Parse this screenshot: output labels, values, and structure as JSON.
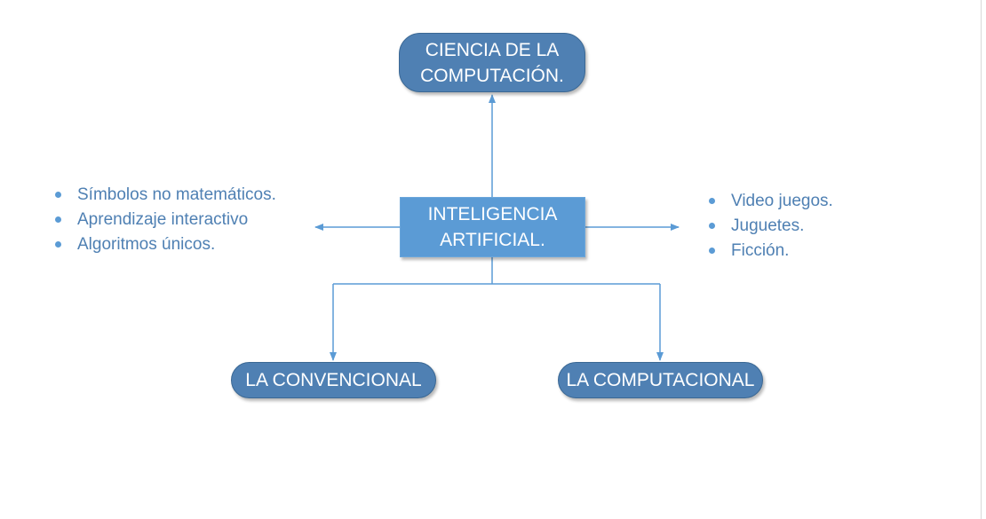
{
  "diagram": {
    "top_node": {
      "lines": [
        "CIENCIA DE LA",
        "COMPUTACIÓN."
      ]
    },
    "center_node": {
      "lines": [
        "INTELIGENCIA",
        "ARTIFICIAL."
      ]
    },
    "bottom_left_node": {
      "label": "LA CONVENCIONAL"
    },
    "bottom_right_node": {
      "label": "LA COMPUTACIONAL"
    },
    "left_list": [
      "Símbolos no matemáticos.",
      "Aprendizaje interactivo",
      "Algoritmos únicos."
    ],
    "right_list": [
      "Video juegos.",
      "Juguetes.",
      "Ficción."
    ],
    "colors": {
      "node_fill": "#4f80b3",
      "center_fill": "#5b9bd5",
      "connector": "#5b9bd5",
      "list_text": "#4f80b3"
    }
  }
}
